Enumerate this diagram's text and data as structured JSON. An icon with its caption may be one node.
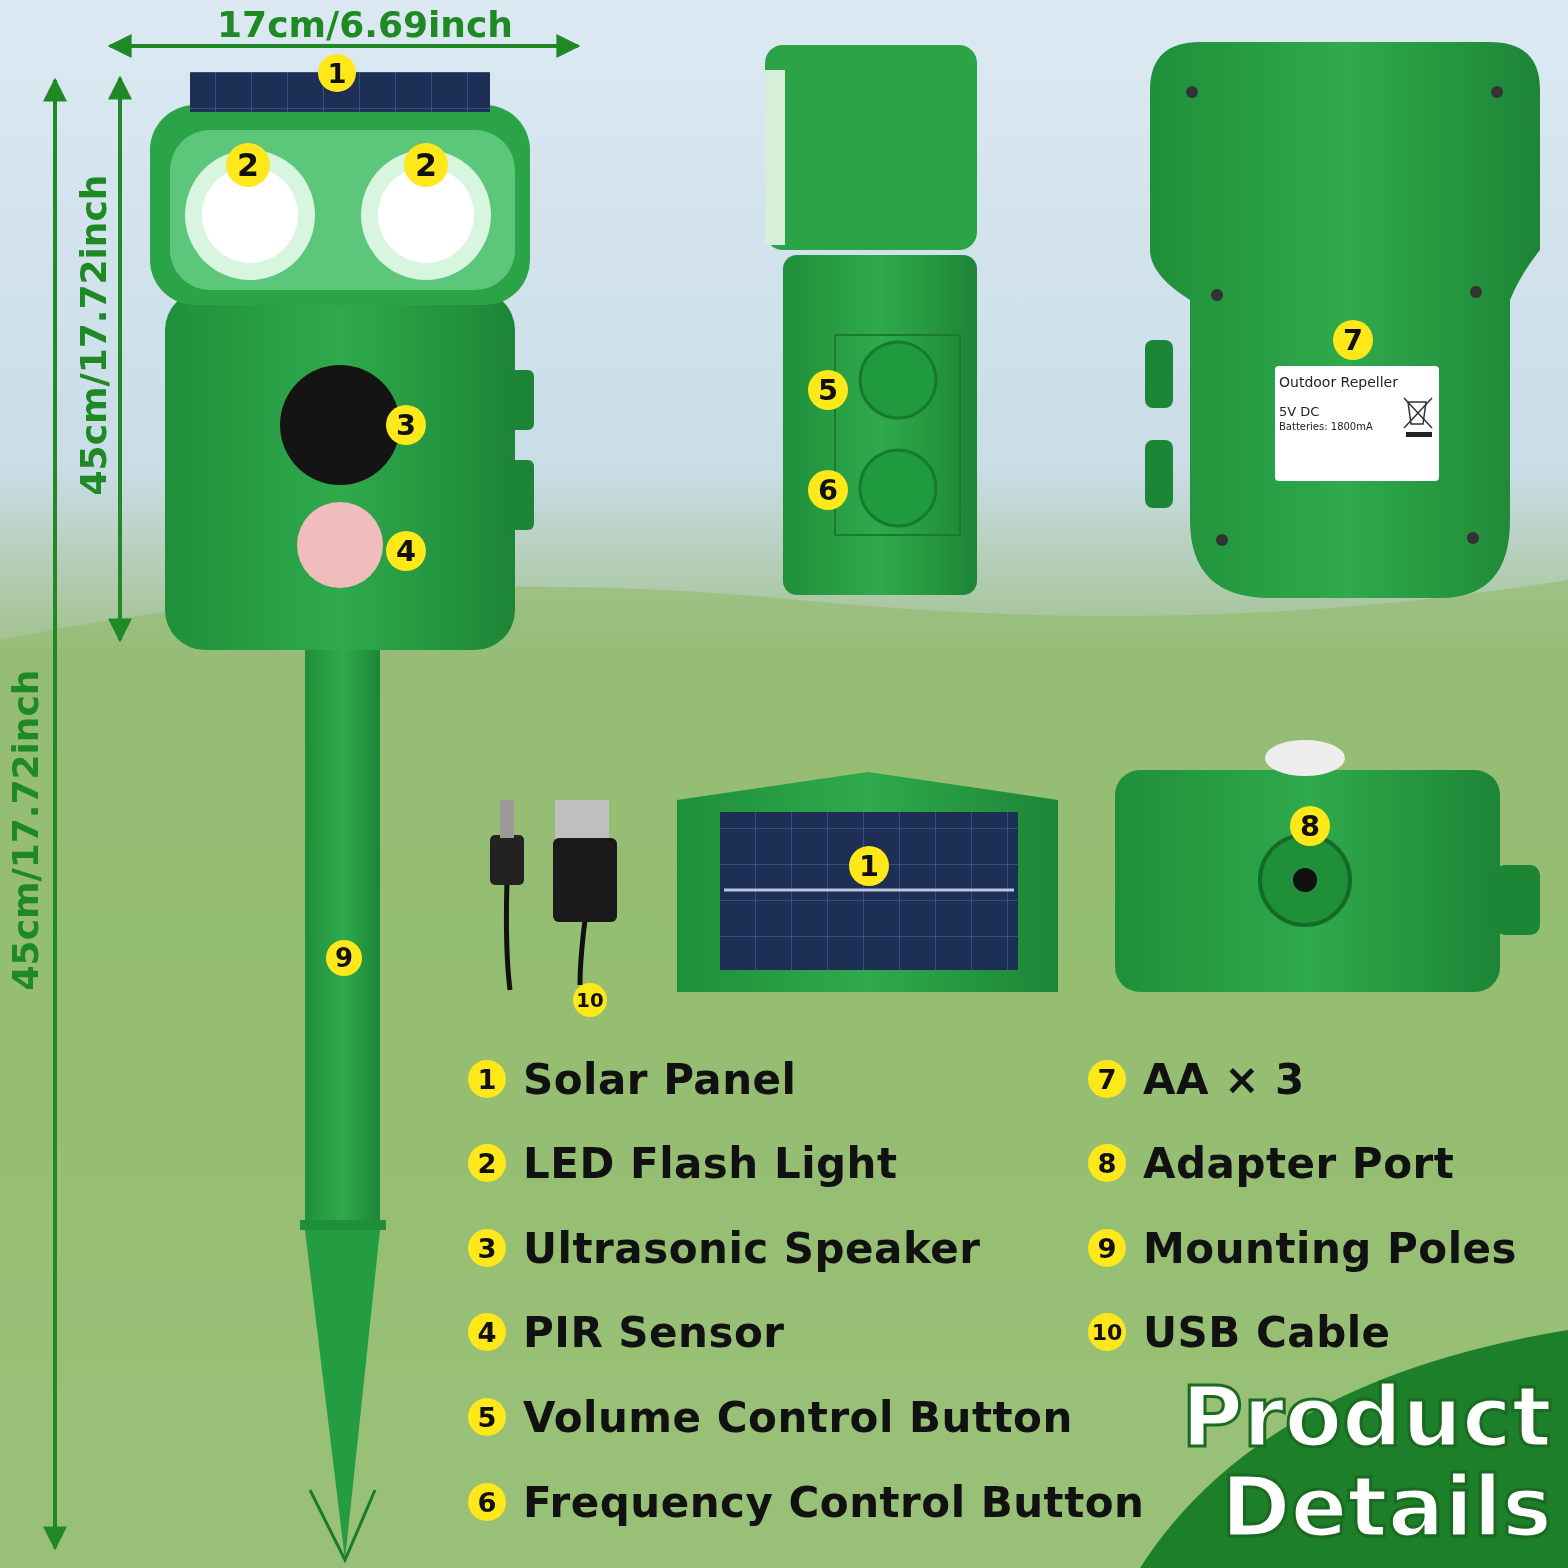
{
  "diagram": {
    "title": "Product Details",
    "labels": [
      "17cm/6.69inch",
      "1",
      "2",
      "2",
      "45cm/17.72inch",
      "3",
      "5",
      "6",
      "7",
      "Outdoor Repeller",
      "5V DC",
      "Batteries: 1800mA",
      "45cm/17.72inch",
      "4",
      "8",
      "1",
      "9",
      "10",
      "1",
      "Solar Panel",
      "7",
      "AA × 3",
      "2",
      "LED Flash Light",
      "8",
      "Adapter Port",
      "3",
      "Ultrasonic Speaker",
      "9",
      "Mounting Poles",
      "4",
      "PIR Sensor",
      "10",
      "USB Cable",
      "5",
      "Volume Control Button",
      "6",
      "Frequency Control Button"
    ]
  }
}
